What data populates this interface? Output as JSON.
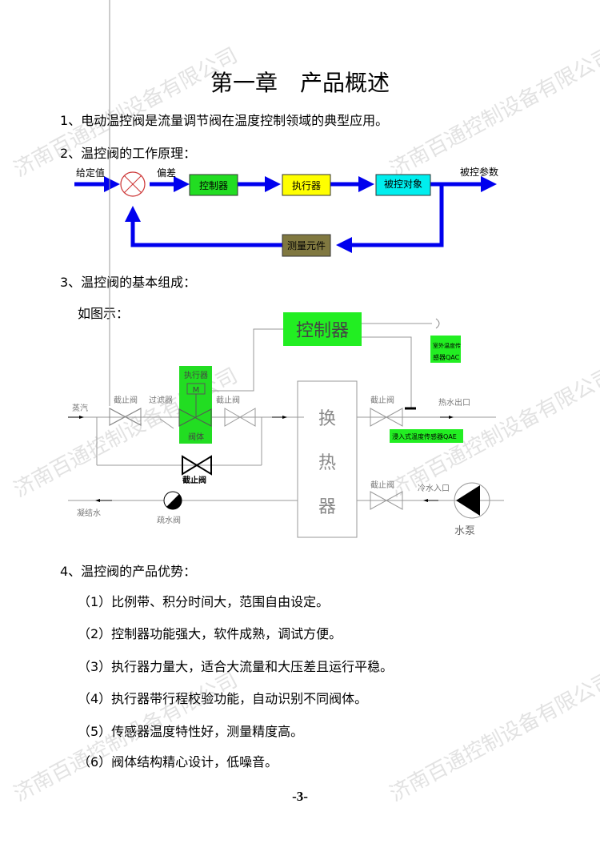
{
  "title": "第一章　产品概述",
  "sections": [
    "1、电动温控阀是流量调节阀在温度控制领域的典型应用。",
    "2、温控阀的工作原理：",
    "3、温控阀的基本组成：",
    "4、温控阀的产品优势："
  ],
  "figure_note": "如图示：",
  "block_diagram": {
    "setpoint": "给定值",
    "error": "偏差",
    "controller": "控制器",
    "actuator": "执行器",
    "plant": "被控对象",
    "output": "被控参数",
    "sensor": "测量元件"
  },
  "system_diagram": {
    "controller": "控制器",
    "outdoor_sensor_1": "室外温度传",
    "outdoor_sensor_2": "感器QAC",
    "immersion_sensor": "浸入式温度传感器QAE",
    "actuator": "执行器",
    "motor": "M",
    "valve_body": "阀体",
    "steam": "蒸汽",
    "shutoff": "截止阀",
    "filter": "过滤器",
    "hot_out": "热水出口",
    "cold_in": "冷水入口",
    "pump": "水泵",
    "condensate": "凝结水",
    "trap": "疏水阀",
    "hx1": "换",
    "hx2": "热",
    "hx3": "器"
  },
  "advantages": [
    "（1）比例带、积分时间大，范围自由设定。",
    "（2）控制器功能强大，软件成熟，调试方便。",
    "（3）执行器力量大，适合大流量和大压差且运行平稳。",
    "（4）执行器带行程校验功能，自动识别不同阀体。",
    "（5）传感器温度特性好，测量精度高。",
    "（6）阀体结构精心设计，低噪音。"
  ],
  "footer": "-3-",
  "watermark": "济南百通控制设备有限公司"
}
